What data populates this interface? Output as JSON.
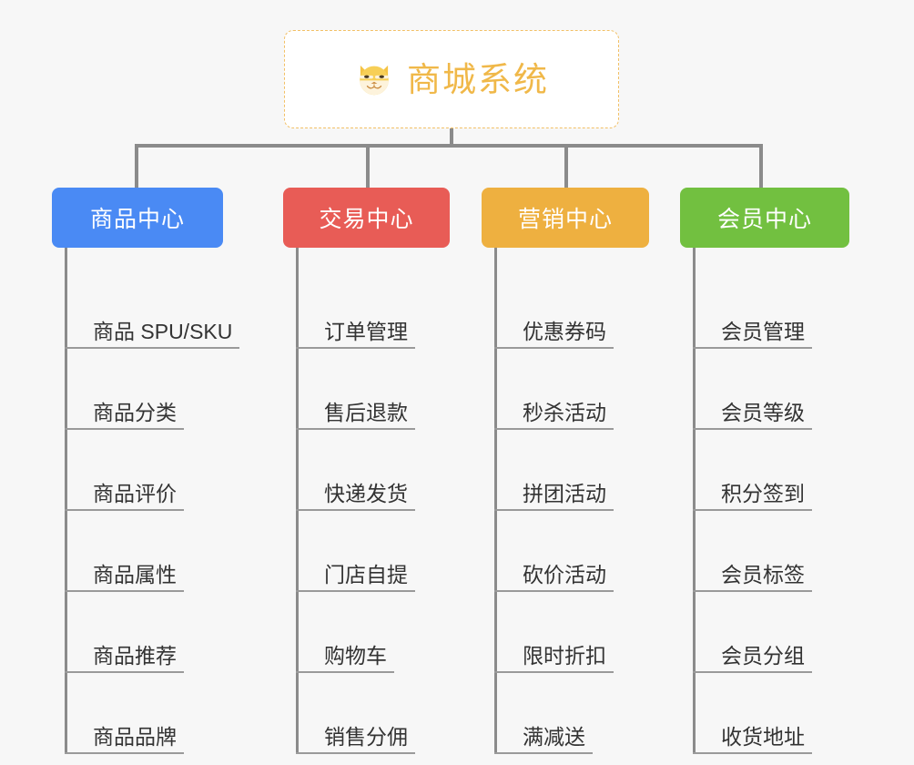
{
  "canvas": {
    "background_color": "#f7f7f7",
    "connector_color": "#8b8b8b",
    "underline_color": "#9a9a9a"
  },
  "root": {
    "title": "商城系统",
    "icon": "shiba-dog-face-icon",
    "text_color": "#f0b849",
    "border_color": "#f2c066",
    "background_color": "#ffffff"
  },
  "categories": [
    {
      "label": "商品中心",
      "color": "#4a8af4",
      "items": [
        "商品 SPU/SKU",
        "商品分类",
        "商品评价",
        "商品属性",
        "商品推荐",
        "商品品牌"
      ]
    },
    {
      "label": "交易中心",
      "color": "#e85c56",
      "items": [
        "订单管理",
        "售后退款",
        "快递发货",
        "门店自提",
        "购物车",
        "销售分佣"
      ]
    },
    {
      "label": "营销中心",
      "color": "#eeb040",
      "items": [
        "优惠券码",
        "秒杀活动",
        "拼团活动",
        "砍价活动",
        "限时折扣",
        "满减送"
      ]
    },
    {
      "label": "会员中心",
      "color": "#72c040",
      "items": [
        "会员管理",
        "会员等级",
        "积分签到",
        "会员标签",
        "会员分组",
        "收货地址"
      ]
    }
  ]
}
